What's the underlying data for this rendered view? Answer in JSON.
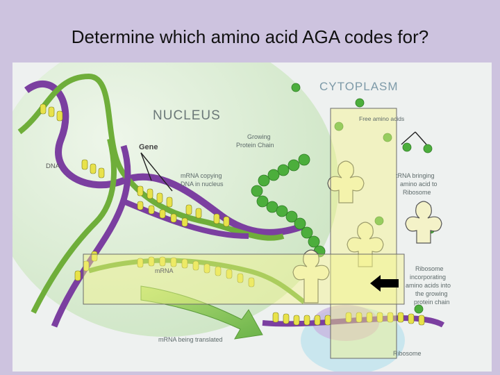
{
  "slide": {
    "title": "Determine which amino acid AGA codes for?"
  },
  "diagram": {
    "labels": {
      "cytoplasm": "CYTOPLASM",
      "nucleus": "NUCLEUS",
      "free_amino_acids": "Free amino acids",
      "growing_chain_1": "Growing",
      "growing_chain_2": "Protein Chain",
      "gene": "Gene",
      "dna": "DNA",
      "mrna_copying_1": "mRNA copying",
      "mrna_copying_2": "DNA in nucleus",
      "trna_1": "tRNA bringing",
      "trna_2": "amino acid to",
      "trna_3": "Ribosome",
      "mrna": "mRNA",
      "ribosome_inc_1": "Ribosome",
      "ribosome_inc_2": "incorporating",
      "ribosome_inc_3": "amino acids into",
      "ribosome_inc_4": "the growing",
      "ribosome_inc_5": "protein chain",
      "mrna_translated": "mRNA being translated",
      "ribosome": "Ribosome"
    },
    "colors": {
      "nucleus": "#d9ecd2",
      "highlight": "#f5f58a",
      "dna_purple": "#7b3fa0",
      "dna_green": "#6fae3a",
      "base_yellow": "#e8e24a",
      "amino_green": "#4cae3c",
      "label_text": "#5d6a6a",
      "cytoplasm_text": "#7d9aa8"
    }
  }
}
